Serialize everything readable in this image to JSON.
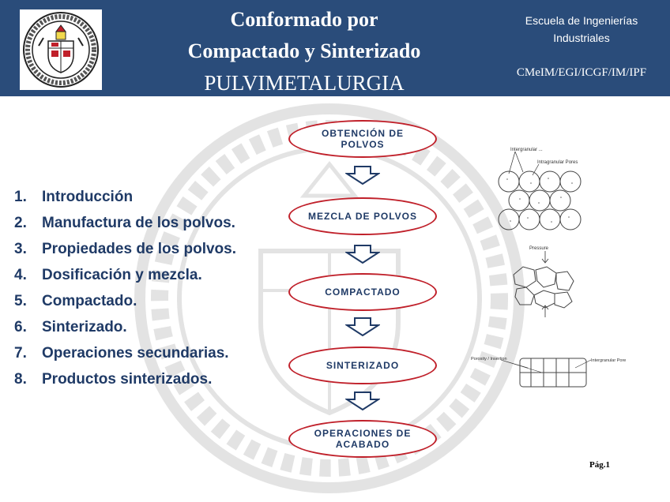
{
  "header": {
    "title_line1": "Conformado por",
    "title_line2": "Compactado y Sinterizado",
    "title_line3": "PULVIMETALURGIA",
    "school_line1": "Escuela de Ingenierías",
    "school_line2": "Industriales",
    "departments": "CMeIM/EGI/ICGF/IM/IPF"
  },
  "toc": [
    {
      "num": "1.",
      "label": "Introducción"
    },
    {
      "num": "2.",
      "label": "Manufactura de los polvos."
    },
    {
      "num": "3.",
      "label": "Propiedades de los polvos."
    },
    {
      "num": "4.",
      "label": "Dosificación y mezcla."
    },
    {
      "num": "5.",
      "label": "Compactado."
    },
    {
      "num": "6.",
      "label": "Sinterizado."
    },
    {
      "num": "7.",
      "label": "Operaciones secundarias."
    },
    {
      "num": "8.",
      "label": "Productos sinterizados."
    }
  ],
  "flow": {
    "step1": "OBTENCIÓN DE POLVOS",
    "step2": "MEZCLA DE POLVOS",
    "step3": "COMPACTADO",
    "step4": "SINTERIZADO",
    "step5": "OPERACIONES DE ACABADO"
  },
  "figures": {
    "fig1_label1": "Intergranular ...",
    "fig1_label2": "Intragranular Pores",
    "fig2_label": "Pressure",
    "fig3_label_left": "Porosity / Insertion",
    "fig3_label_right": "Intergranular Pore"
  },
  "footer": {
    "page": "Pág.1"
  },
  "colors": {
    "header_bg": "#2a4c7a",
    "text_blue": "#1f3a66",
    "ellipse_border": "#c0202a"
  }
}
